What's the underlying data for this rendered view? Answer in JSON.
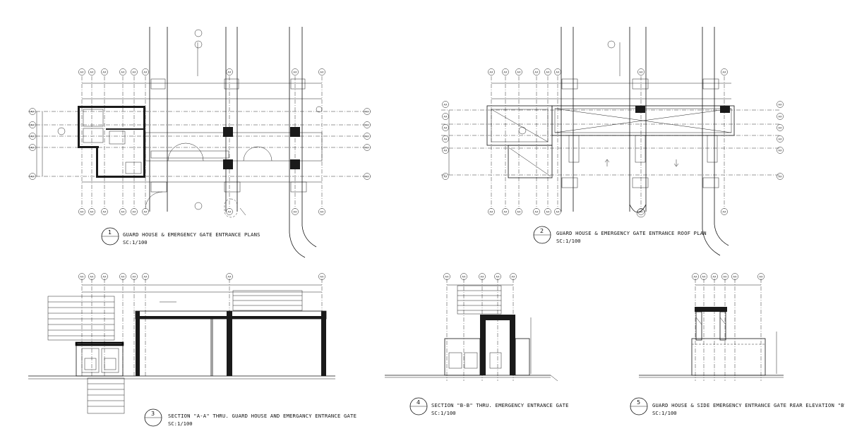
{
  "drawings": [
    {
      "number": "1",
      "title": "GUARD HOUSE & EMERGENCY GATE ENTRANCE PLANS",
      "scale": "SC:1/100"
    },
    {
      "number": "2",
      "title": "GUARD HOUSE & EMERGENCY GATE ENTRANCE ROOF PLAN",
      "scale": "SC:1/100"
    },
    {
      "number": "3",
      "title": "SECTION \"A-A\" THRU. GUARD HOUSE AND EMERGANCY ENTRANCE GATE",
      "scale": "SC:1/100"
    },
    {
      "number": "4",
      "title": "SECTION \"B-B\" THRU. EMERGENCY ENTRANCE GATE",
      "scale": "SC:1/100"
    },
    {
      "number": "5",
      "title": "GUARD HOUSE & SIDE EMERGENCY ENTRANCE GATE REAR ELEVATION \"B\"",
      "scale": "SC:1/100"
    }
  ],
  "grid_tag": "AX",
  "colors": {
    "ink": "#111111",
    "paper": "#ffffff"
  }
}
